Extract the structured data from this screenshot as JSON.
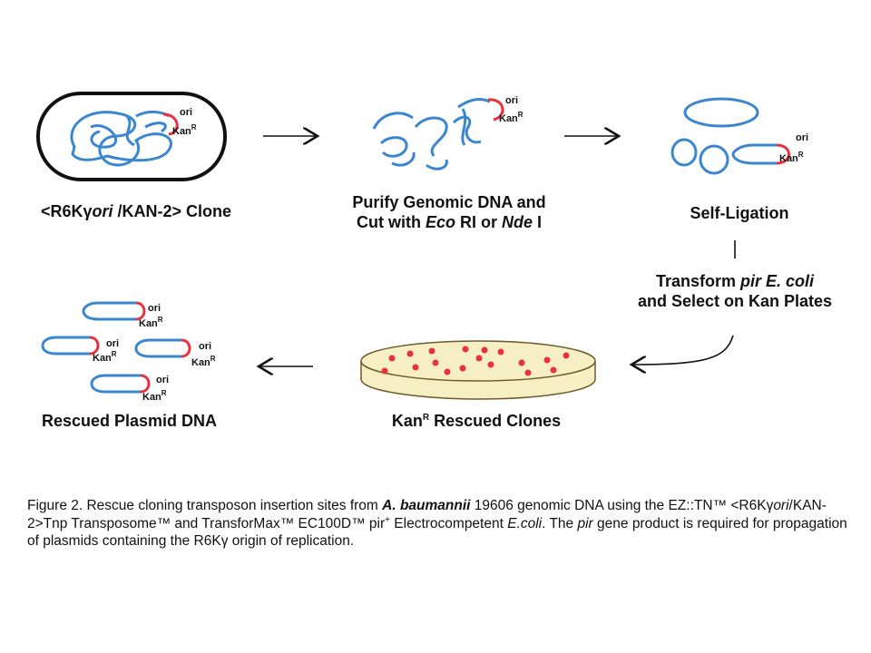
{
  "steps": {
    "clone": {
      "pre": "<R6K",
      "gamma": "γ",
      "ori": "ori",
      "post": " /KAN-2> Clone"
    },
    "purify": {
      "line1": "Purify Genomic DNA and",
      "line2_pre": "Cut with ",
      "eco": "Eco",
      "mid": " RI or ",
      "nde": "Nde",
      "post": " I"
    },
    "self_ligation": "Self-Ligation",
    "transform": {
      "pre": "Transform ",
      "pir": "pir",
      "mid": " ",
      "ecoli": "E. coli",
      "line2": "and Select on Kan Plates"
    },
    "rescued_clones": {
      "kan": "Kan",
      "sup": "R",
      "post": " Rescued Clones"
    },
    "rescued_plasmid": "Rescued Plasmid DNA"
  },
  "markers": {
    "ori": "ori",
    "kan": "Kan",
    "kan_sup": "R"
  },
  "colors": {
    "dna": "#3a86d0",
    "kan_region": "#e8313f",
    "plate_fill": "#f7efc4",
    "plate_edge": "#6b5a2a",
    "colony": "#e8313f"
  },
  "caption": {
    "fig": "Figure 2. Rescue cloning transposon insertion sites from ",
    "species": "A. baumannii",
    "after_species": " 19606 genomic DNA using the EZ::TN™ <R6K",
    "gamma": "γ",
    "ori": "ori",
    "after_ori": "/KAN-2>Tnp Transposome™ and TransforMax™ EC100D™ pir",
    "plus": "+",
    "line3a": " Electrocompetent ",
    "ecoli": "E.coli",
    "line3b": ". The ",
    "pir": "pir",
    "rest": " gene product is required for propagation of plasmids containing the R6K",
    "gamma2": "γ",
    "end": " origin of replication."
  }
}
